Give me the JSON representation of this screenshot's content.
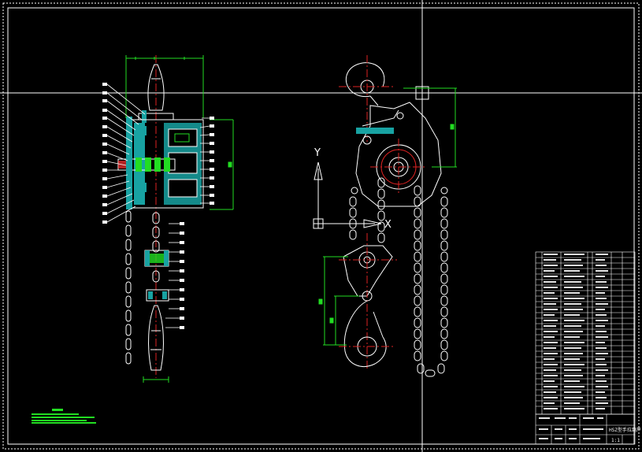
{
  "viewport": {
    "axis_y_label": "Y",
    "axis_x_label": "X"
  },
  "title_block": {
    "drawing_title": "HSZ型手拉葫芦",
    "scale": "1:1"
  },
  "colors": {
    "background": "#000000",
    "outline": "#ffffff",
    "section_fill": "#18a2a2",
    "dimension": "#22dd22",
    "centerline": "#dd2222",
    "frame": "#ffffff"
  }
}
